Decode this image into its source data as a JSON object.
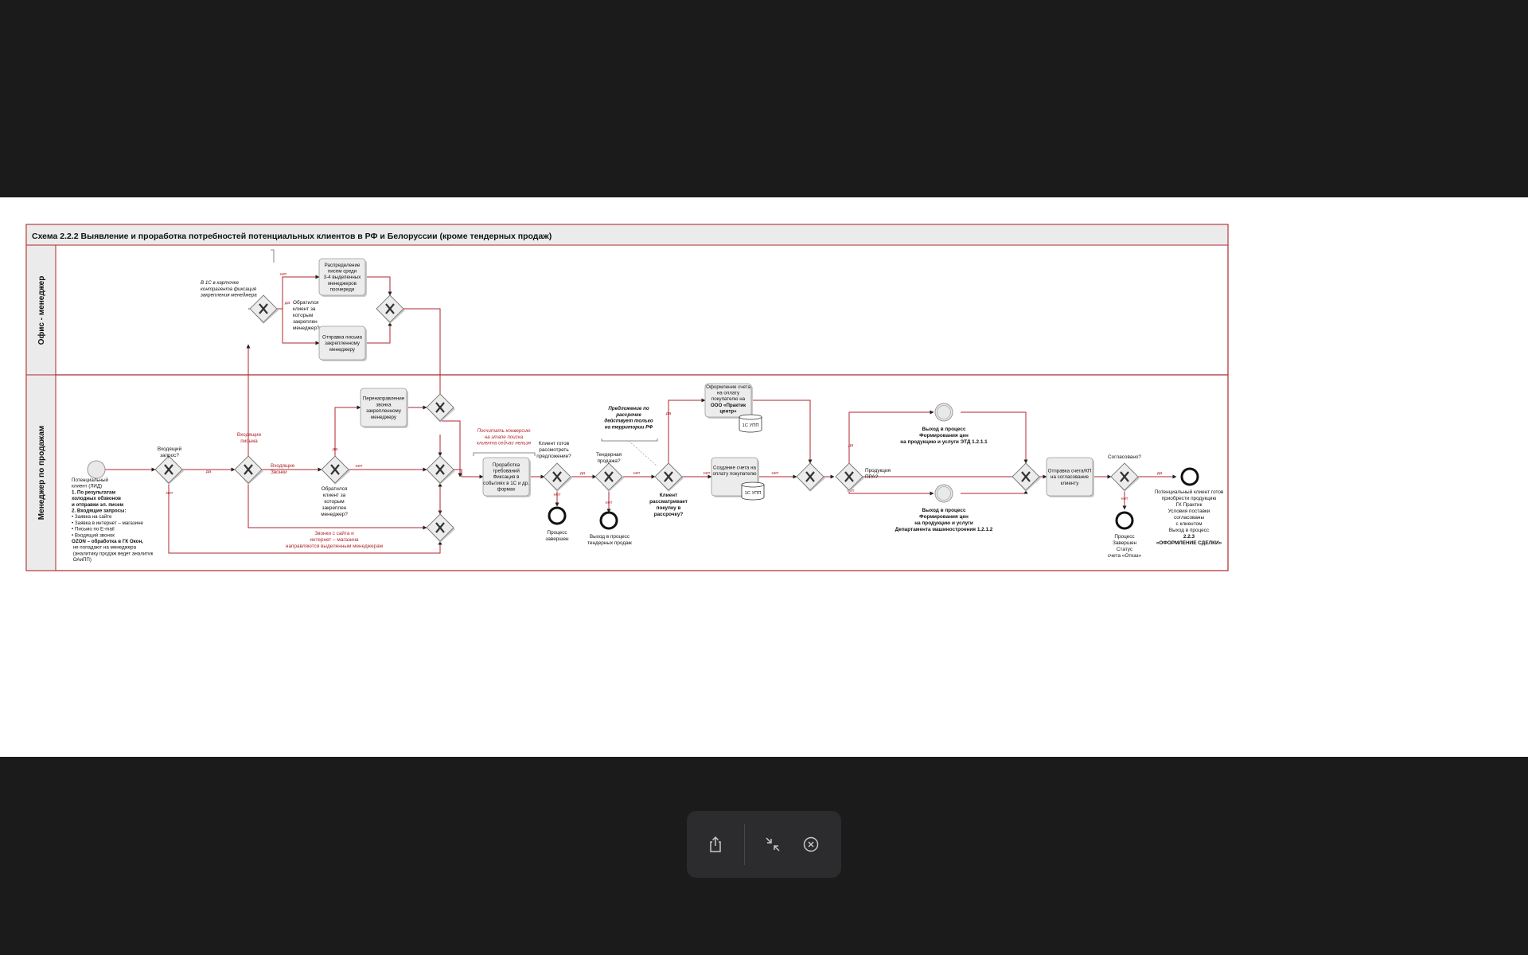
{
  "diagram": {
    "title": "Схема 2.2.2 Выявление и проработка потребностей потенциальных клиентов в РФ и Белоруссии (кроме тендерных продаж)",
    "lanes": {
      "office": "Офис - менеджер",
      "sales": "Менеджер по продажам"
    },
    "tasks": {
      "distribute": [
        "Распределение",
        "писем среди",
        "3-4 выделенных",
        "менеджеров",
        "поочереди"
      ],
      "send_letter": [
        "Отправка письма",
        "закрепленному",
        "менеджеру"
      ],
      "redirect_call": [
        "Перенаправление",
        "звонка",
        "закрепленному",
        "менеджеру"
      ],
      "requirements": [
        "Проработка",
        "требований",
        "Фиксация в",
        "событиях в 1С и др.",
        "формах"
      ],
      "invoice_praktik": [
        "Оформление счета",
        "на оплату",
        "покупателю на",
        "ООО «Практик",
        "центр»"
      ],
      "invoice_create": [
        "Создание счета на",
        "оплату покупателю"
      ],
      "send_invoice": [
        "Отправка счета/КП",
        "на согласование",
        "клиенту"
      ]
    },
    "db": {
      "upp1": "1С УПП",
      "upp2": "1С УПП"
    },
    "notes": {
      "note_1c": [
        "В 1С в карточке",
        "контрагента фиксация",
        "закрепления менеджера"
      ],
      "conversion": [
        "Посчитать конверсию",
        "на этапе поиска",
        "клиента сейчас нельзя"
      ],
      "installment": [
        "Предложение по",
        "рассрочке",
        "действует только",
        "на территории РФ"
      ]
    },
    "labels": {
      "start_text": [
        "Потенциальный",
        "клиент (ЛИД)",
        "1. По результатам",
        "холодных обзвонов",
        "и отправки эл. писем",
        "2. Входящие запросы:",
        "•      Заявка на сайте",
        "•      Заявка в интернет – магазине",
        "•      Письмо по E-mail",
        "•      Входящий звонок",
        "OZON – обработка в ГК Окон,",
        "  не попадают на менеджера",
        "  (аналитику продаж ведет аналитик",
        "  ОАиПП)"
      ],
      "incoming_q": [
        "Входящий",
        "запрос?"
      ],
      "incoming_letters": [
        "Входящие",
        "письма"
      ],
      "incoming_calls": [
        "Входящие",
        "Звонки"
      ],
      "site_calls": [
        "Звонки с сайта и",
        "интернет – магазина",
        "направляются выделенным менеджерам"
      ],
      "client_assigned_office": [
        "Обратился",
        "клиент за",
        "которым",
        "закреплен",
        "менеджер?"
      ],
      "client_assigned_sales": [
        "Обратился",
        "клиент за",
        "которым",
        "закреплен",
        "менеджер?"
      ],
      "ready_q": [
        "Клиент готов",
        "рассмотреть",
        "предложение?"
      ],
      "tender_q": [
        "Тендерная",
        "продажа?"
      ],
      "installment_q": [
        "Клиент",
        "рассматривает",
        "покупку в",
        "рассрочку?"
      ],
      "pra_q": [
        "Продукция",
        "ПРА?"
      ],
      "agreed_q": "Согласовано?",
      "end_done": [
        "Процесс",
        "завершен"
      ],
      "end_tender": [
        "Выход в процесс",
        "тендерных продаж"
      ],
      "exit_etd": [
        "Выход в процесс",
        "Формирования цен",
        "на продукцию и услуги ЭТД 1.2.1.1"
      ],
      "exit_dm": [
        "Выход в процесс",
        "Формирования цен",
        "на продукцию и услуги",
        "Департамента машиностроения 1.2.1.2"
      ],
      "end_refuse": [
        "Процесс",
        "Завершен",
        "Статус",
        "счета «Отказ»"
      ],
      "end_success": [
        "Потенциальный клиент готов",
        "приобрести продукцию",
        "ГК Практик",
        "",
        "Условия поставки",
        "согласованы",
        "с клиентом",
        "Выход в процесс",
        "2.2.3",
        "«ОФОРМЛЕНИЕ СДЕЛКИ»"
      ]
    },
    "flow_labels": {
      "yes": "да",
      "no": "нет"
    },
    "colors": {
      "flow": "#b0262c",
      "header_bg": "#ebebeb",
      "task_bg": "#ececec"
    }
  },
  "toolbar": {
    "share": "share-icon",
    "collapse": "collapse-icon",
    "close": "close-circle-icon"
  }
}
